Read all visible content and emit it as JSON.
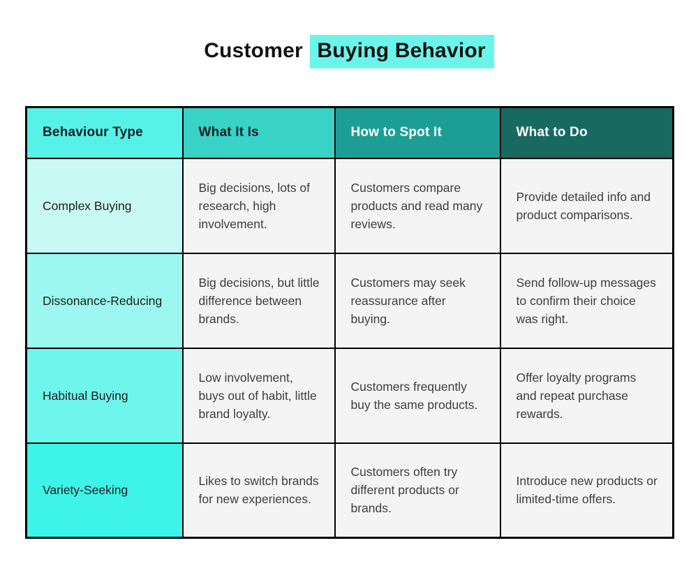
{
  "title": {
    "prefix": "Customer",
    "highlight": "Buying Behavior"
  },
  "colors": {
    "title_text": "#121212",
    "title_highlight_bg": "#6BF5EA",
    "header_behaviour_type_bg": "#57F2E7",
    "header_what_it_is_bg": "#38D2C6",
    "header_how_to_spot_bg": "#1D9E95",
    "header_what_to_do_bg": "#186A61",
    "type_cell_row1_bg": "#C8F9F4",
    "type_cell_row2_bg": "#9BF7EF",
    "type_cell_row3_bg": "#6FF6EC",
    "type_cell_row4_bg": "#3EF3E7",
    "body_cell_bg": "#F4F4F4",
    "border": "#000000"
  },
  "table": {
    "headers": [
      "Behaviour Type",
      "What It Is",
      "How to Spot It",
      "What to Do"
    ],
    "rows": [
      {
        "type": "Complex Buying",
        "what_it_is": "Big decisions, lots of research, high involvement.",
        "how_to_spot_it": "Customers compare products and read many reviews.",
        "what_to_do": "Provide detailed info and product comparisons."
      },
      {
        "type": "Dissonance-Reducing",
        "what_it_is": "Big decisions, but little difference between brands.",
        "how_to_spot_it": "Customers may seek reassurance after buying.",
        "what_to_do": "Send follow-up messages to confirm their choice was right."
      },
      {
        "type": "Habitual Buying",
        "what_it_is": "Low involvement, buys out of habit, little brand loyalty.",
        "how_to_spot_it": "Customers frequently buy the same products.",
        "what_to_do": "Offer loyalty programs and repeat purchase rewards."
      },
      {
        "type": "Variety-Seeking",
        "what_it_is": "Likes to switch brands for new experiences.",
        "how_to_spot_it": "Customers often try different products or brands.",
        "what_to_do": "Introduce new products or limited-time offers."
      }
    ]
  },
  "chart_data": {
    "type": "table",
    "title": "Customer Buying Behavior",
    "columns": [
      "Behaviour Type",
      "What It Is",
      "How to Spot It",
      "What to Do"
    ],
    "rows": [
      [
        "Complex Buying",
        "Big decisions, lots of research, high involvement.",
        "Customers compare products and read many reviews.",
        "Provide detailed info and product comparisons."
      ],
      [
        "Dissonance-Reducing",
        "Big decisions, but little difference between brands.",
        "Customers may seek reassurance after buying.",
        "Send follow-up messages to confirm their choice was right."
      ],
      [
        "Habitual Buying",
        "Low involvement, buys out of habit, little brand loyalty.",
        "Customers frequently buy the same products.",
        "Offer loyalty programs and repeat purchase rewards."
      ],
      [
        "Variety-Seeking",
        "Likes to switch brands for new experiences.",
        "Customers often try different products or brands.",
        "Introduce new products or limited-time offers."
      ]
    ],
    "layout": {
      "legend": "none",
      "grid": "black cell borders",
      "first_column_style": "cyan gradient light-to-saturated top-to-bottom",
      "header_style": "teal gradient light-to-dark left-to-right"
    }
  }
}
